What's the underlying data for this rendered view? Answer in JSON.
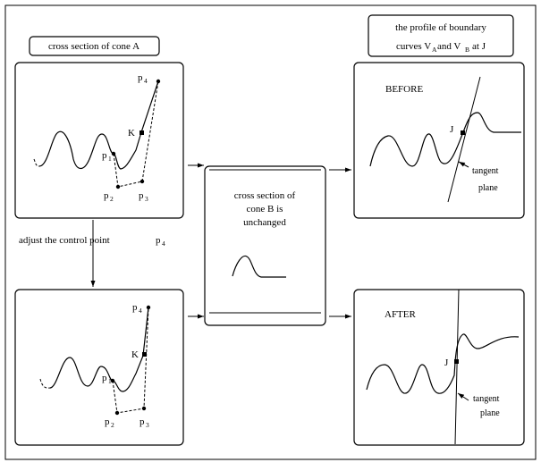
{
  "labels": {
    "cross_section_a": "cross section of cone A",
    "profile_line1": "the profile of boundary",
    "profile_line2_a": "curves V",
    "profile_sub_a": "A",
    "profile_line2_b": "and V",
    "profile_sub_b": "B",
    "profile_line2_c": "at J",
    "before": "BEFORE",
    "after": "AFTER",
    "adjust": "adjust the control point",
    "adjust_p": "p",
    "adjust_p_sub": "4",
    "cone_b_line1": "cross section of",
    "cone_b_line2": "cone B is",
    "cone_b_line3": "unchanged",
    "tangent": "tangent",
    "plane": "plane",
    "K": "K",
    "J": "J",
    "p": "p",
    "sub1": "1",
    "sub2": "2",
    "sub3": "3",
    "sub4": "4"
  }
}
